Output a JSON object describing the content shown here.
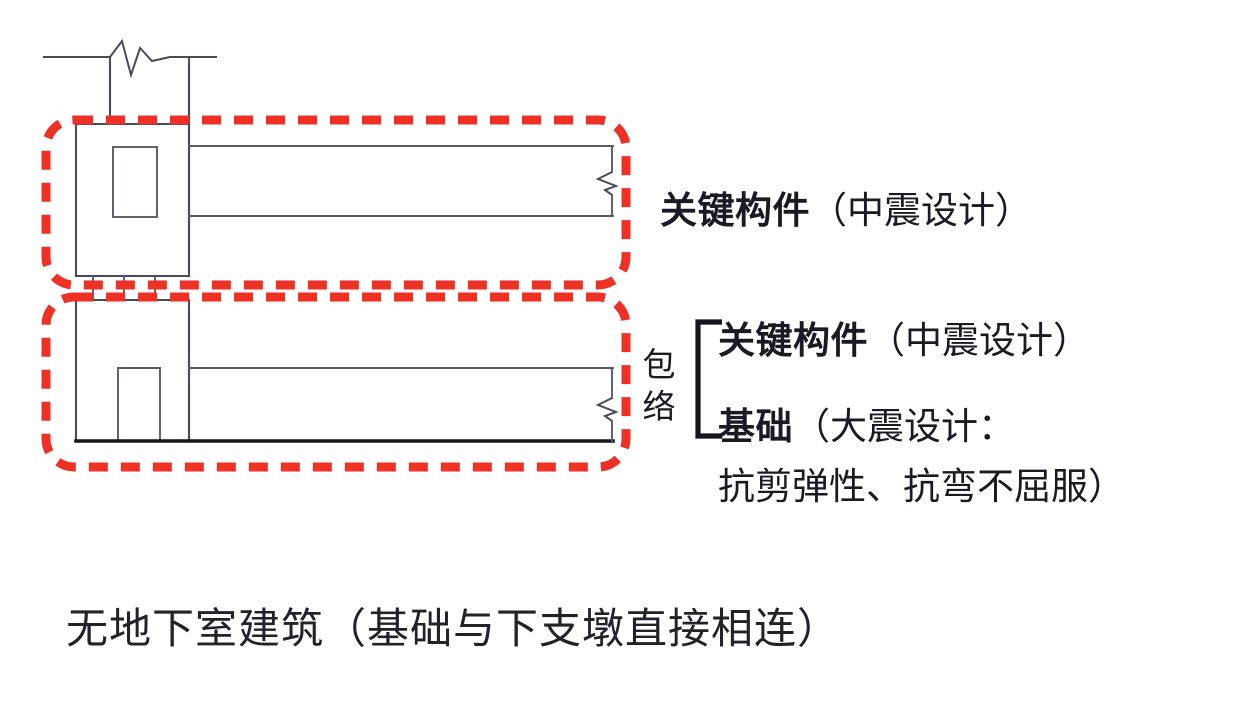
{
  "figure": {
    "type": "structural-section-diagram",
    "caption": "无地下室建筑（基础与下支墩直接相连）"
  },
  "annotations": {
    "upper_zone": {
      "bold": "关键构件",
      "paren": "（中震设计）",
      "full": "关键构件（中震设计）"
    },
    "envelope_marker": {
      "char_1": "包",
      "char_2": "络",
      "full": "包络"
    },
    "lower_zone": {
      "item_1_bold": "关键构件",
      "item_1_paren": "（中震设计）",
      "item_2_bold": "基础",
      "item_2_paren_line1": "（大震设计：",
      "item_2_paren_line2": "抗剪弹性、抗弯不屈服）"
    }
  },
  "colors": {
    "highlight_red": "#EE3124",
    "line_dark": "#3a3a4a",
    "line_heavy": "#151520",
    "text_dark": "#1a1a24"
  },
  "elements": {
    "break_symbol_top": "break-line-zigzag",
    "break_symbol_right_upper": "break-line-zigzag",
    "break_symbol_right_lower": "break-line-zigzag",
    "upper_highlight_box": "dashed-red-rounded-rectangle",
    "lower_highlight_box": "dashed-red-rounded-rectangle",
    "upper_member": "key-member-upper-pier-and-beam",
    "lower_member": "foundation-and-lower-pedestal"
  }
}
